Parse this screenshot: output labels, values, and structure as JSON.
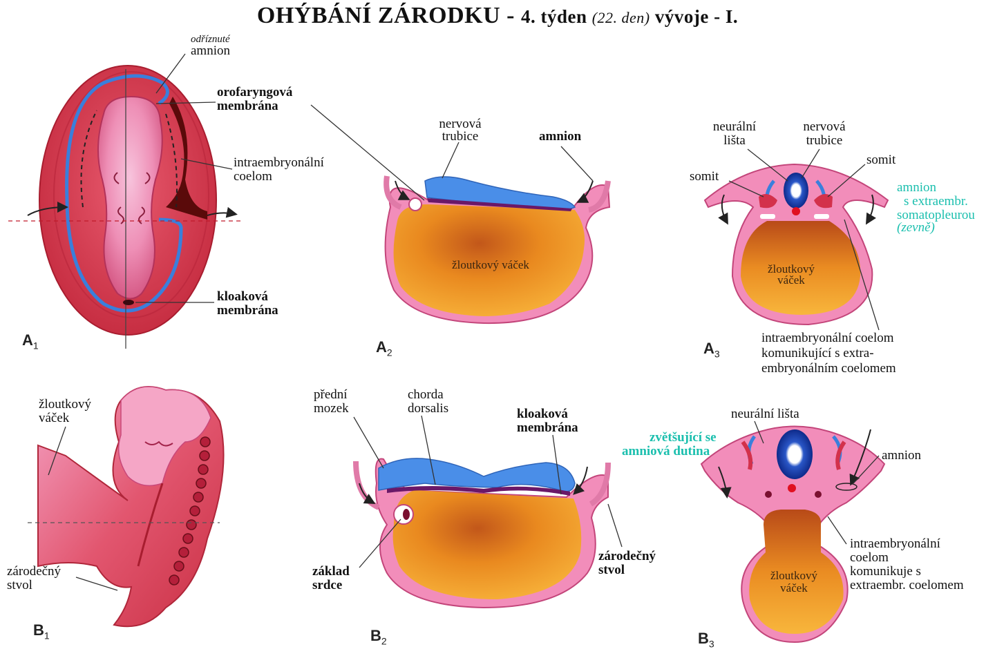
{
  "title": {
    "main": "OHÝBÁNÍ ZÁRODKU  -  ",
    "week": "4. týden ",
    "day": "(22. den)",
    "stage": " vývoje  -  I."
  },
  "panels": {
    "a1": {
      "letter": "A",
      "index": "1"
    },
    "a2": {
      "letter": "A",
      "index": "2"
    },
    "a3": {
      "letter": "A",
      "index": "3"
    },
    "b1": {
      "letter": "B",
      "index": "1"
    },
    "b2": {
      "letter": "B",
      "index": "2"
    },
    "b3": {
      "letter": "B",
      "index": "3"
    }
  },
  "labels": {
    "a1_cut_italic": "odříznuté",
    "a1_cut_amnion": "amnion",
    "a1_oro_1": "orofaryngová",
    "a1_oro_2": "membrána",
    "a1_coelom_1": "intraembryonální",
    "a1_coelom_2": "coelom",
    "a1_kloak_1": "kloaková",
    "a1_kloak_2": "membrána",
    "a2_nerv_1": "nervová",
    "a2_nerv_2": "trubice",
    "a2_amnion": "amnion",
    "a2_yolk": "žloutkový váček",
    "a3_crest_1": "neurální",
    "a3_crest_2": "lišta",
    "a3_tube_1": "nervová",
    "a3_tube_2": "trubice",
    "a3_somit_left": "somit",
    "a3_somit_right": "somit",
    "a3_amnion_1": "amnion",
    "a3_amnion_2": "s extraembr.",
    "a3_amnion_3": "somatopleurou",
    "a3_amnion_4": "(zevně)",
    "a3_yolk_1": "žloutkový",
    "a3_yolk_2": "váček",
    "a3_coelom_1": "intraembryonální coelom",
    "a3_coelom_2": "komunikující s extra-",
    "a3_coelom_3": "embryonálním coelomem",
    "b1_yolk_1": "žloutkový",
    "b1_yolk_2": "váček",
    "b1_stalk_1": "zárodečný",
    "b1_stalk_2": "stvol",
    "b2_brain_1": "přední",
    "b2_brain_2": "mozek",
    "b2_chorda_1": "chorda",
    "b2_chorda_2": "dorsalis",
    "b2_kloak_1": "kloaková",
    "b2_kloak_2": "membrána",
    "b2_heart_1": "základ",
    "b2_heart_2": "srdce",
    "b2_stalk_1": "zárodečný",
    "b2_stalk_2": "stvol",
    "b3_crest": "neurální lišta",
    "b3_cavity_1": "zvětšující se",
    "b3_cavity_2": "amniová dutina",
    "b3_amnion": "amnion",
    "b3_yolk_1": "žloutkový",
    "b3_yolk_2": "váček",
    "b3_coelom_1": "intraembryonální",
    "b3_coelom_2": "coelom",
    "b3_coelom_3": "komunikuje s",
    "b3_coelom_4": "extraembr. coelomem"
  },
  "colors": {
    "embryo_red": "#d8344a",
    "ectoderm_pink": "#f08cb4",
    "neural_blue": "#3a7fdc",
    "yolk_orange": "#f29a22",
    "teal_text": "#1bbfae",
    "dark_coelom": "#5a0a0a"
  }
}
